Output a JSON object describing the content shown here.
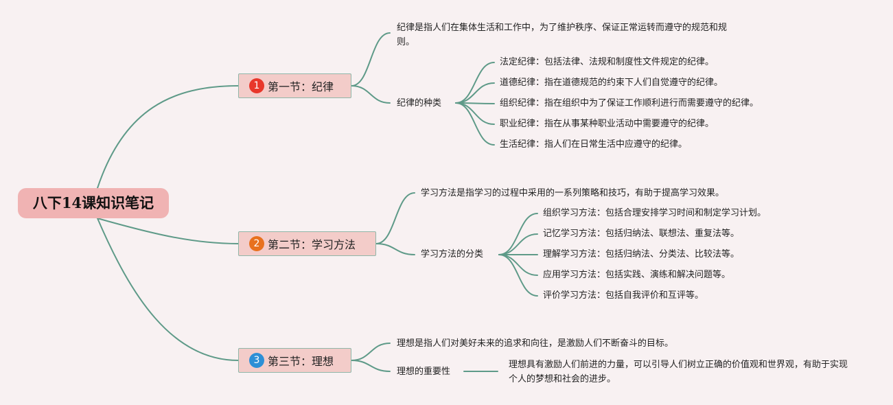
{
  "root_title": "八下14课知识笔记",
  "sections": [
    {
      "badge": "1",
      "badge_color": "#e8372b",
      "title": "第一节：纪律",
      "definition": "纪律是指人们在集体生活和工作中，为了维护秩序、保证正常运转而遵守的规范和规则。",
      "group_label": "纪律的种类",
      "items": [
        "法定纪律：包括法律、法规和制度性文件规定的纪律。",
        "道德纪律：指在道德规范的约束下人们自觉遵守的纪律。",
        "组织纪律：指在组织中为了保证工作顺利进行而需要遵守的纪律。",
        "职业纪律：指在从事某种职业活动中需要遵守的纪律。",
        "生活纪律：指人们在日常生活中应遵守的纪律。"
      ]
    },
    {
      "badge": "2",
      "badge_color": "#e8711e",
      "title": "第二节：学习方法",
      "definition": "学习方法是指学习的过程中采用的一系列策略和技巧，有助于提高学习效果。",
      "group_label": "学习方法的分类",
      "items": [
        "组织学习方法：包括合理安排学习时间和制定学习计划。",
        "记忆学习方法：包括归纳法、联想法、重复法等。",
        "理解学习方法：包括归纳法、分类法、比较法等。",
        "应用学习方法：包括实践、演练和解决问题等。",
        "评价学习方法：包括自我评价和互评等。"
      ]
    },
    {
      "badge": "3",
      "badge_color": "#2d8fd6",
      "title": "第三节：理想",
      "definition": "理想是指人们对美好未来的追求和向往，是激励人们不断奋斗的目标。",
      "group_label": "理想的重要性",
      "detail": "理想具有激励人们前进的力量，可以引导人们树立正确的价值观和世界观，有助于实现个人的梦想和社会的进步。"
    }
  ]
}
